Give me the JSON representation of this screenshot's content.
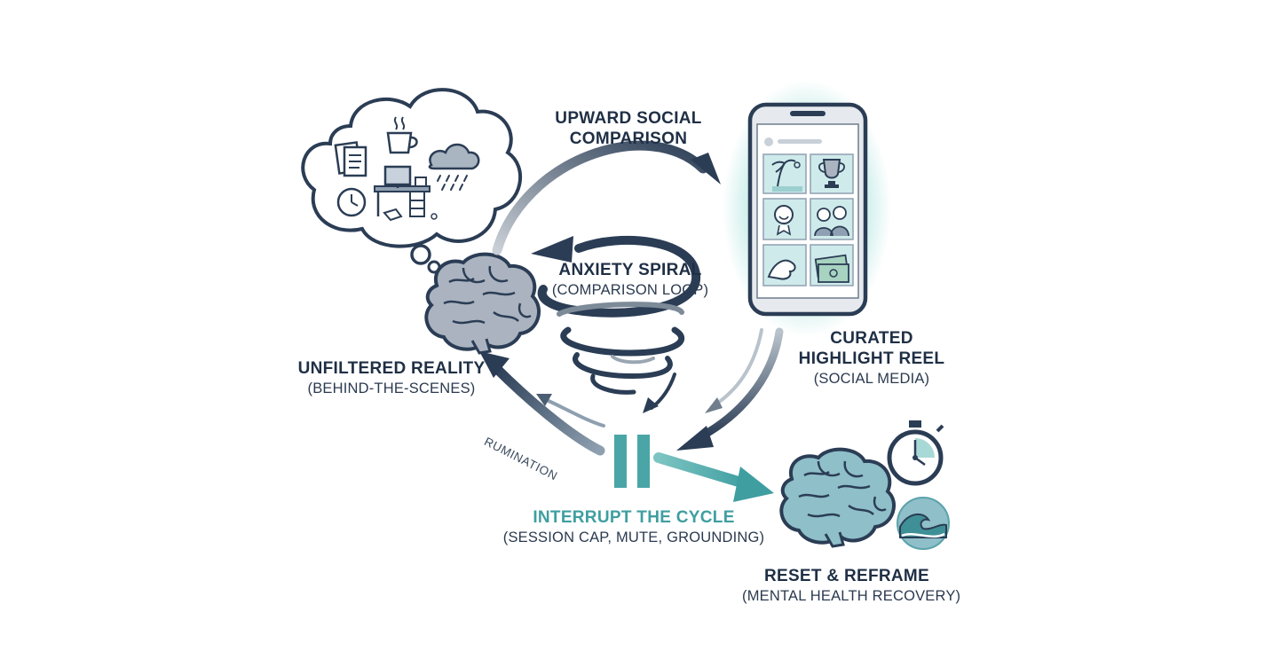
{
  "nodes": {
    "comparison": {
      "title": "UPWARD SOCIAL",
      "title2": "COMPARISON"
    },
    "spiral": {
      "title": "ANXIETY SPIRAL",
      "subtitle": "(COMPARISON LOOP)"
    },
    "reality": {
      "title": "UNFILTERED REALITY",
      "subtitle": "(BEHIND-THE-SCENES)"
    },
    "highlight": {
      "title": "CURATED",
      "title2": "HIGHLIGHT REEL",
      "subtitle": "(SOCIAL MEDIA)"
    },
    "interrupt": {
      "title": "INTERRUPT THE CYCLE",
      "subtitle": "(SESSION CAP, MUTE, GROUNDING)"
    },
    "reset": {
      "title": "RESET & REFRAME",
      "subtitle": "(MENTAL HEALTH RECOVERY)"
    }
  },
  "edge_labels": {
    "rumination": "RUMINATION"
  },
  "colors": {
    "navy": "#2b3d55",
    "slate": "#6f7d8c",
    "teal": "#4aa6a6",
    "teal_light": "#a9d9d6",
    "brain_gray": "#aab3bf",
    "brain_teal": "#8fbfc9"
  },
  "icons": [
    "thought-cloud-icon",
    "brain-icon",
    "smartphone-icon",
    "pause-icon",
    "stopwatch-icon",
    "wave-icon",
    "spiral-icon"
  ]
}
